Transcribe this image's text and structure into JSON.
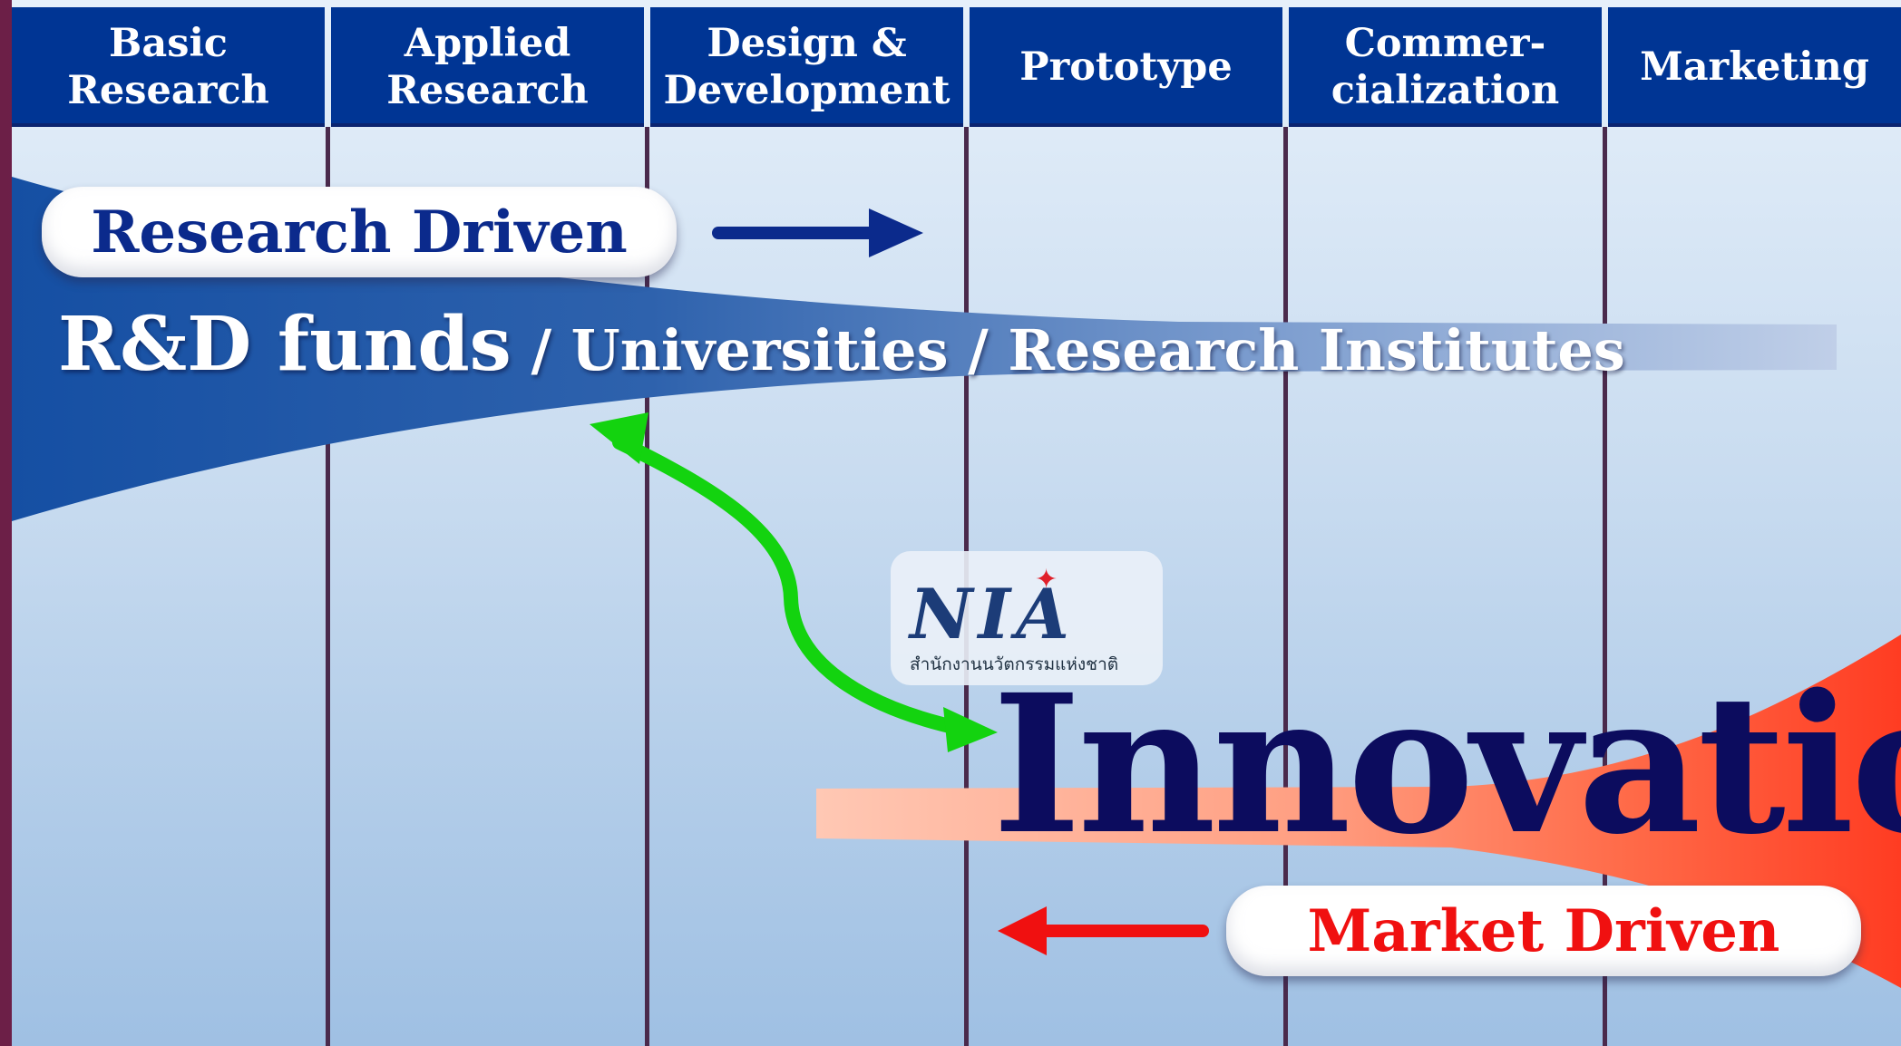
{
  "columns": [
    {
      "line1": "Basic",
      "line2": "Research"
    },
    {
      "line1": "Applied",
      "line2": "Research"
    },
    {
      "line1": "Design &",
      "line2": "Development"
    },
    {
      "line1": "Prototype",
      "line2": ""
    },
    {
      "line1": "Commer-",
      "line2": "cialization"
    },
    {
      "line1": "Marketing",
      "line2": ""
    }
  ],
  "research_driven": {
    "label": "Research Driven",
    "funds": "R&D funds",
    "rest": " / Universities / Research Institutes"
  },
  "market_driven": {
    "label": "Market Driven"
  },
  "innovation": "Innovation",
  "nia": {
    "logo": "NIA",
    "subtitle": "สำนักงานนวัตกรรมแห่งชาติ"
  },
  "colors": {
    "header": "#003594",
    "research_arrow": "#0b2a8c",
    "market_arrow": "#f01010",
    "green_arrow": "#13d30f",
    "innovation_text": "#0c0c5e"
  }
}
